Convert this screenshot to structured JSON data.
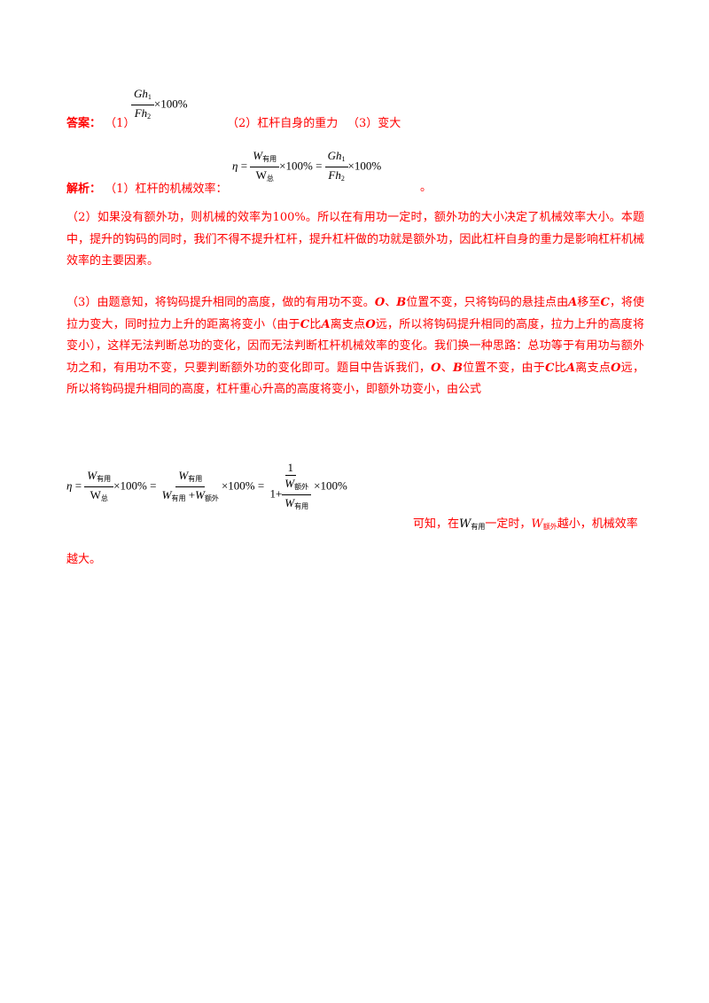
{
  "answer": {
    "label": "答案",
    "colon": "：",
    "part1_marker": "（1）",
    "fraction": {
      "num_var": "Gh",
      "num_sub": "1",
      "den_var": "Fh",
      "den_sub": "2"
    },
    "times_percent": "×100%",
    "part2": "（2）杠杆自身的重力",
    "part3": "（3）变大"
  },
  "analysis": {
    "label": "解析",
    "colon": "：",
    "part1": "（1）杠杆的机械效率：",
    "formula1": {
      "eta": "η",
      "equals": "=",
      "w_var": "W",
      "w_useful_sub": "有用",
      "w_total": "W",
      "w_total_sub": "总",
      "times_percent": "×100%",
      "num_var": "Gh",
      "num_sub": "1",
      "den_var": "Fh",
      "den_sub": "2"
    },
    "period": "。",
    "para2": "（2）如果没有额外功，则机械的效率为100%。所以在有用功一定时，额外功的大小决定了机械效率大小。本题中，提升的钩码的同时，我们不得不提升杠杆，提升杠杆做的功就是额外功，因此杠杆自身的重力是影响杠杆机械效率的主要因素。",
    "para3_segments": [
      "（3）由题意知，将钩码提升相同的高度，做的有用功不变。",
      "O",
      "、",
      "B",
      "位置不变，只将钩码的悬挂点由",
      "A",
      "移至",
      "C",
      "，将使拉力变大，同时拉力上升的距离将变小（由于",
      "C",
      "比",
      "A",
      "离支点",
      "O",
      "远，所以将钩码提升相同的高度，拉力上升的高度将变小），这样无法判断总功的变化，因而无法判断杠杆机械效率的变化。我们换一种思路：总功等于有用功与额外功之和，有用功不变，只要判断额外功的变化即可。题目中告诉我们，",
      "O",
      "、",
      "B",
      "位置不变，由于",
      "C",
      "比",
      "A",
      "离支点",
      "O",
      "远，所以将钩码提升相同的高度，杠杆重心升高的高度将变小，即额外功变小，由公式"
    ],
    "formula2": {
      "eta": "η",
      "equals": "=",
      "w_var": "W",
      "useful_sub": "有用",
      "total": "W",
      "total_sub": "总",
      "extra_sub": "额外",
      "plus": "+",
      "times_percent": "×100%",
      "one": "1",
      "one_plus": "1+"
    },
    "conclusion_pre": "可知，在",
    "conclusion_w": "W",
    "conclusion_w_sub": "有用",
    "conclusion_mid": "一定时，",
    "conclusion_w2": "W",
    "conclusion_w2_sub": "额外",
    "conclusion_post": "越小，机械效率",
    "conclusion_last": "越大。"
  }
}
